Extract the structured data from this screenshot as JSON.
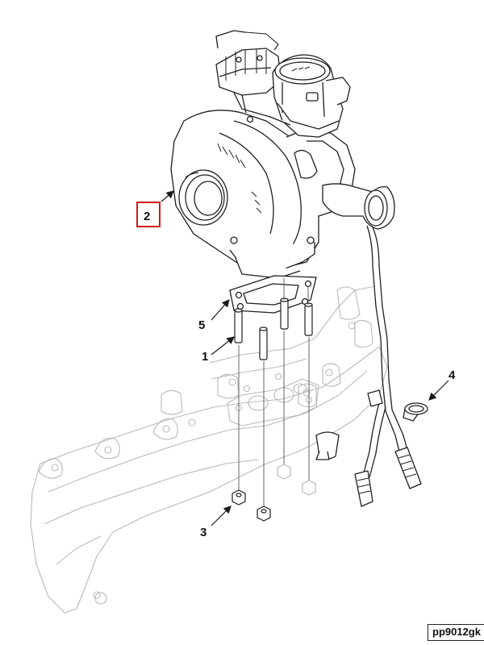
{
  "diagram": {
    "callouts": {
      "c1": "1",
      "c2": "2",
      "c3": "3",
      "c4": "4",
      "c5": "5"
    },
    "highlight_color": "#d11a1a",
    "line_color": "#1a1a1a",
    "reference": "pp9012gk"
  }
}
